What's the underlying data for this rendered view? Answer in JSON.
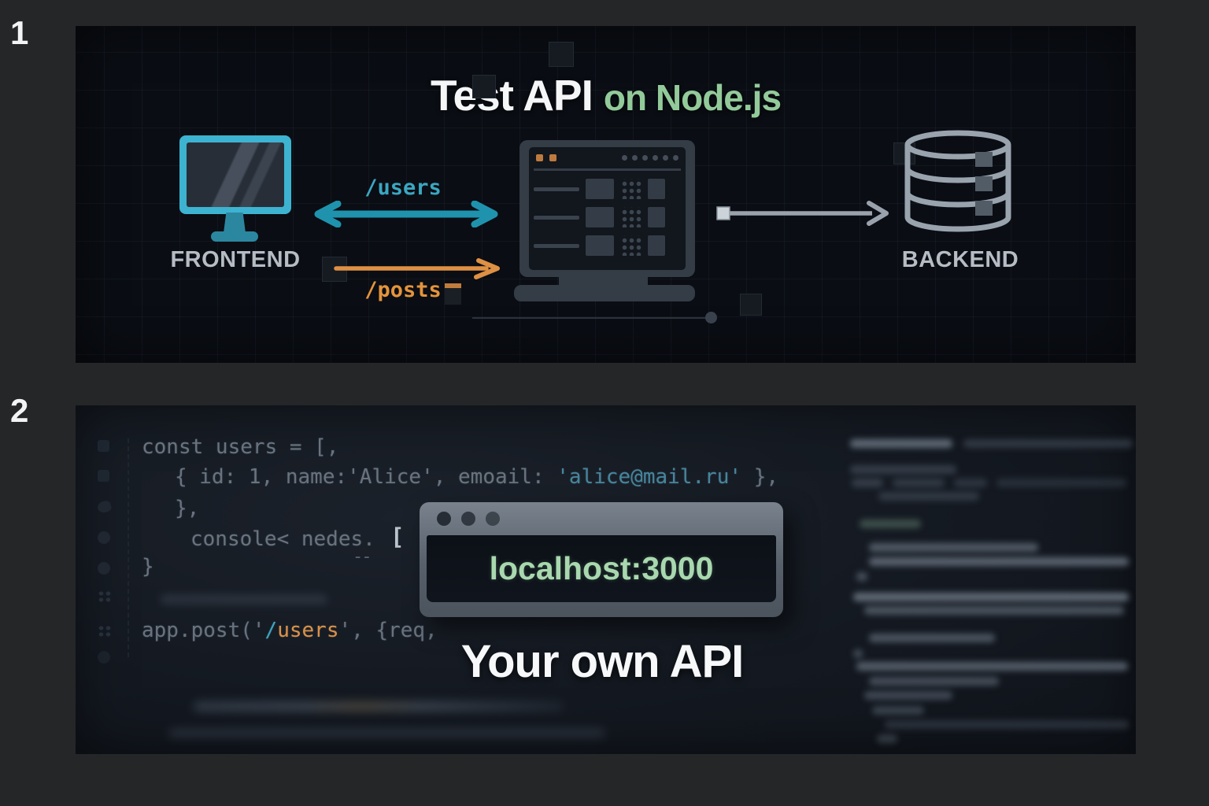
{
  "steps": {
    "one": "1",
    "two": "2"
  },
  "diagram": {
    "title": {
      "main": "Test API",
      "accent": "on Node.js"
    },
    "frontend_label": "FRONTEND",
    "backend_label": "BACKEND",
    "route_users": "/users",
    "route_posts": "/posts"
  },
  "editor": {
    "line1": "const users = [,",
    "line2_prefix": "{ id: 1, name:'Alice', emoail: ",
    "line2_email": "'alice@mail.ru'",
    "line2_suffix": " },",
    "line3": "},",
    "line4": "console< nedes.",
    "line4_dashes": "--",
    "line4_bracket": "[",
    "line5": "}",
    "line6_prefix": "app.post('",
    "line6_slash": "/",
    "line6_route": "users",
    "line6_suffix": "', {req,"
  },
  "browser": {
    "url": "localhost:3000"
  },
  "caption": "Your own API",
  "colors": {
    "accent_green": "#93ca9a",
    "teal": "#3ba6c2",
    "orange": "#e3943c",
    "code_gray": "#68737f",
    "email_teal": "#44869e",
    "route_orange": "#dc9147",
    "url_green": "#a9d8ae"
  }
}
